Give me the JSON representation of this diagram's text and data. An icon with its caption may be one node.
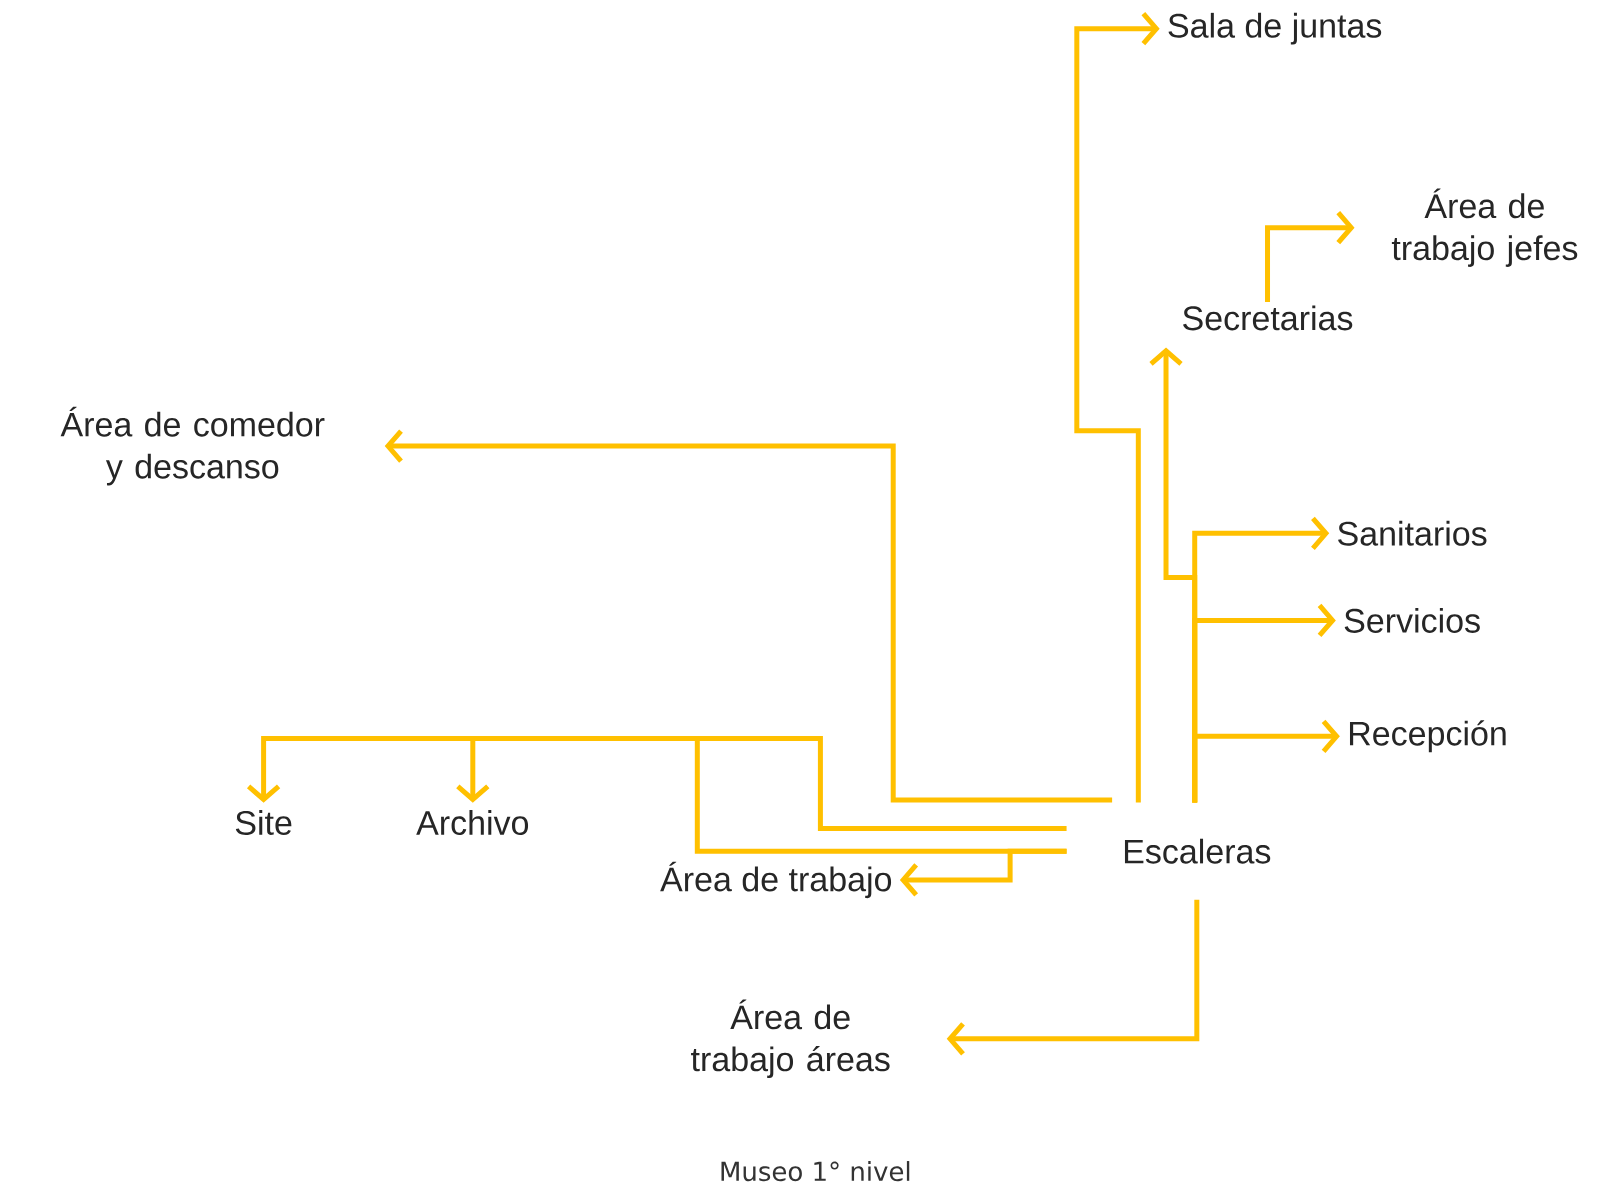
{
  "diagram": {
    "caption": "Museo 1° nivel",
    "nodes": [
      {
        "text": [
          "Escaleras"
        ]
      },
      {
        "text": [
          "Sala de juntas"
        ]
      },
      {
        "text": [
          "Área de trabajo jefes"
        ]
      },
      {
        "text": [
          "Secretarias"
        ]
      },
      {
        "text": [
          "Área de comedor y descanso"
        ]
      },
      {
        "text": [
          "Sanitarios"
        ]
      },
      {
        "text": [
          "Servicios"
        ]
      },
      {
        "text": [
          "Recepción"
        ]
      },
      {
        "text": [
          "Site"
        ]
      },
      {
        "text": [
          "Archivo"
        ]
      },
      {
        "text": [
          "Área de trabajo"
        ]
      },
      {
        "text": [
          "Área de trabajo áreas"
        ]
      }
    ],
    "edges": [
      {
        "from": 0,
        "to": 1,
        "arrow": "to"
      },
      {
        "from": 0,
        "to": 3,
        "arrow": "to"
      },
      {
        "from": 3,
        "to": 2,
        "arrow": "to"
      },
      {
        "from": 0,
        "to": 4,
        "arrow": "to"
      },
      {
        "from": 0,
        "to": 8,
        "arrow": "to"
      },
      {
        "from": 0,
        "to": 9,
        "arrow": "to"
      },
      {
        "from": 0,
        "to": 10,
        "arrow": "to"
      },
      {
        "from": 0,
        "to": 11,
        "arrow": "to"
      },
      {
        "from": 0,
        "to": 5,
        "arrow": "to"
      },
      {
        "from": 0,
        "to": 6,
        "arrow": "to"
      },
      {
        "from": 0,
        "to": 7,
        "arrow": "to"
      }
    ]
  }
}
